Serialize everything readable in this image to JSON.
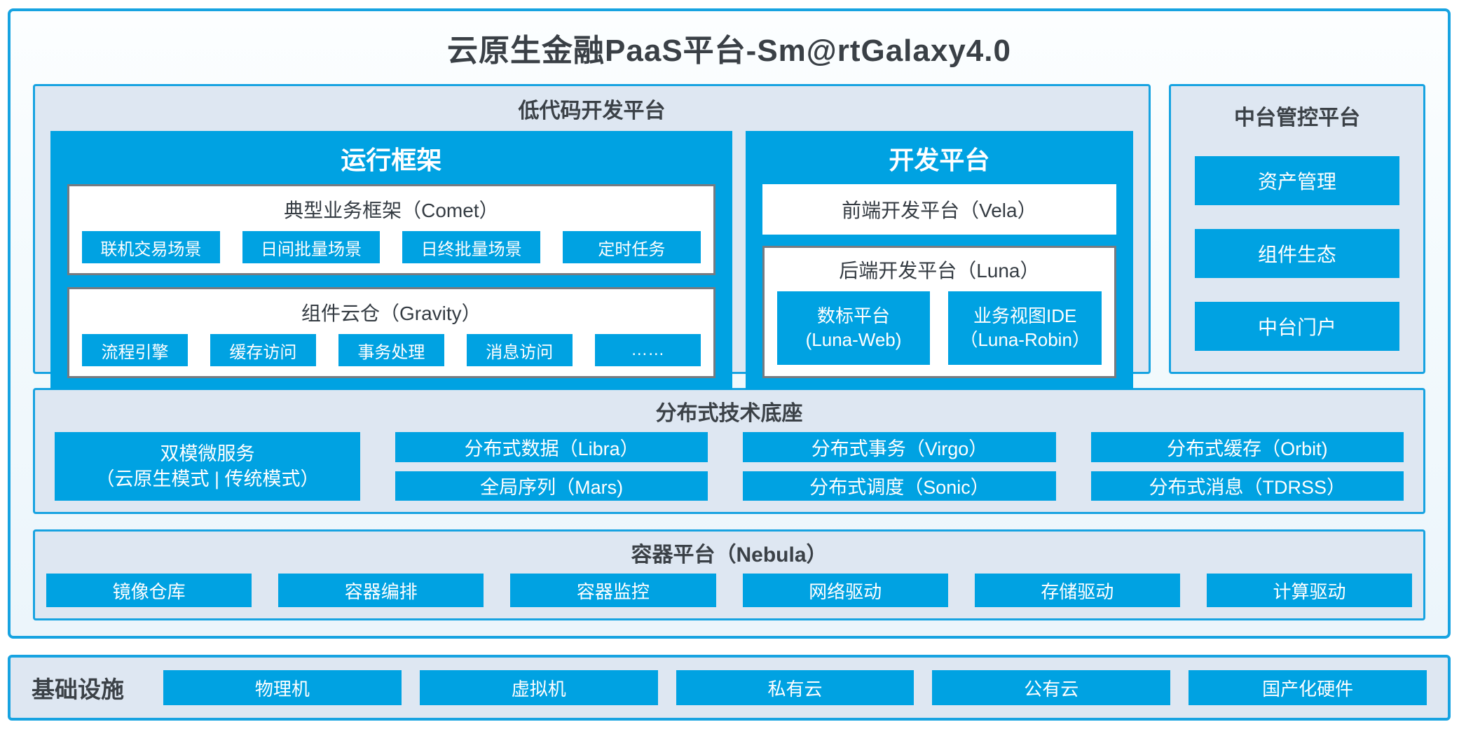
{
  "title": "云原生金融PaaS平台-Sm@rtGalaxy4.0",
  "colors": {
    "accent_blue": "#00a2e2",
    "border_blue": "#17a3e1",
    "section_bg": "#dee7f2",
    "gray_border": "#767b81",
    "dark_text": "#3b4147"
  },
  "low_code": {
    "title": "低代码开发平台",
    "runtime": {
      "title": "运行框架",
      "comet": {
        "title": "典型业务框架（Comet）",
        "items": [
          "联机交易场景",
          "日间批量场景",
          "日终批量场景",
          "定时任务"
        ]
      },
      "gravity": {
        "title": "组件云仓（Gravity）",
        "items": [
          "流程引擎",
          "缓存访问",
          "事务处理",
          "消息访问",
          "……"
        ]
      }
    },
    "dev": {
      "title": "开发平台",
      "vela": "前端开发平台（Vela）",
      "luna": {
        "title": "后端开发平台（Luna）",
        "items": [
          {
            "line1": "数标平台",
            "line2": "(Luna-Web)"
          },
          {
            "line1": "业务视图IDE",
            "line2": "（Luna-Robin）"
          }
        ]
      }
    }
  },
  "mid_platform": {
    "title": "中台管控平台",
    "items": [
      "资产管理",
      "组件生态",
      "中台门户"
    ]
  },
  "distributed": {
    "title": "分布式技术底座",
    "dual_mode": {
      "line1": "双模微服务",
      "line2": "（云原生模式 | 传统模式）"
    },
    "columns": [
      [
        "分布式数据（Libra）",
        "全局序列（Mars)"
      ],
      [
        "分布式事务（Virgo）",
        "分布式调度（Sonic）"
      ],
      [
        "分布式缓存（Orbit)",
        "分布式消息（TDRSS）"
      ]
    ]
  },
  "container_platform": {
    "title": "容器平台（Nebula）",
    "items": [
      "镜像仓库",
      "容器编排",
      "容器监控",
      "网络驱动",
      "存储驱动",
      "计算驱动"
    ]
  },
  "infrastructure": {
    "title": "基础设施",
    "items": [
      "物理机",
      "虚拟机",
      "私有云",
      "公有云",
      "国产化硬件"
    ]
  }
}
